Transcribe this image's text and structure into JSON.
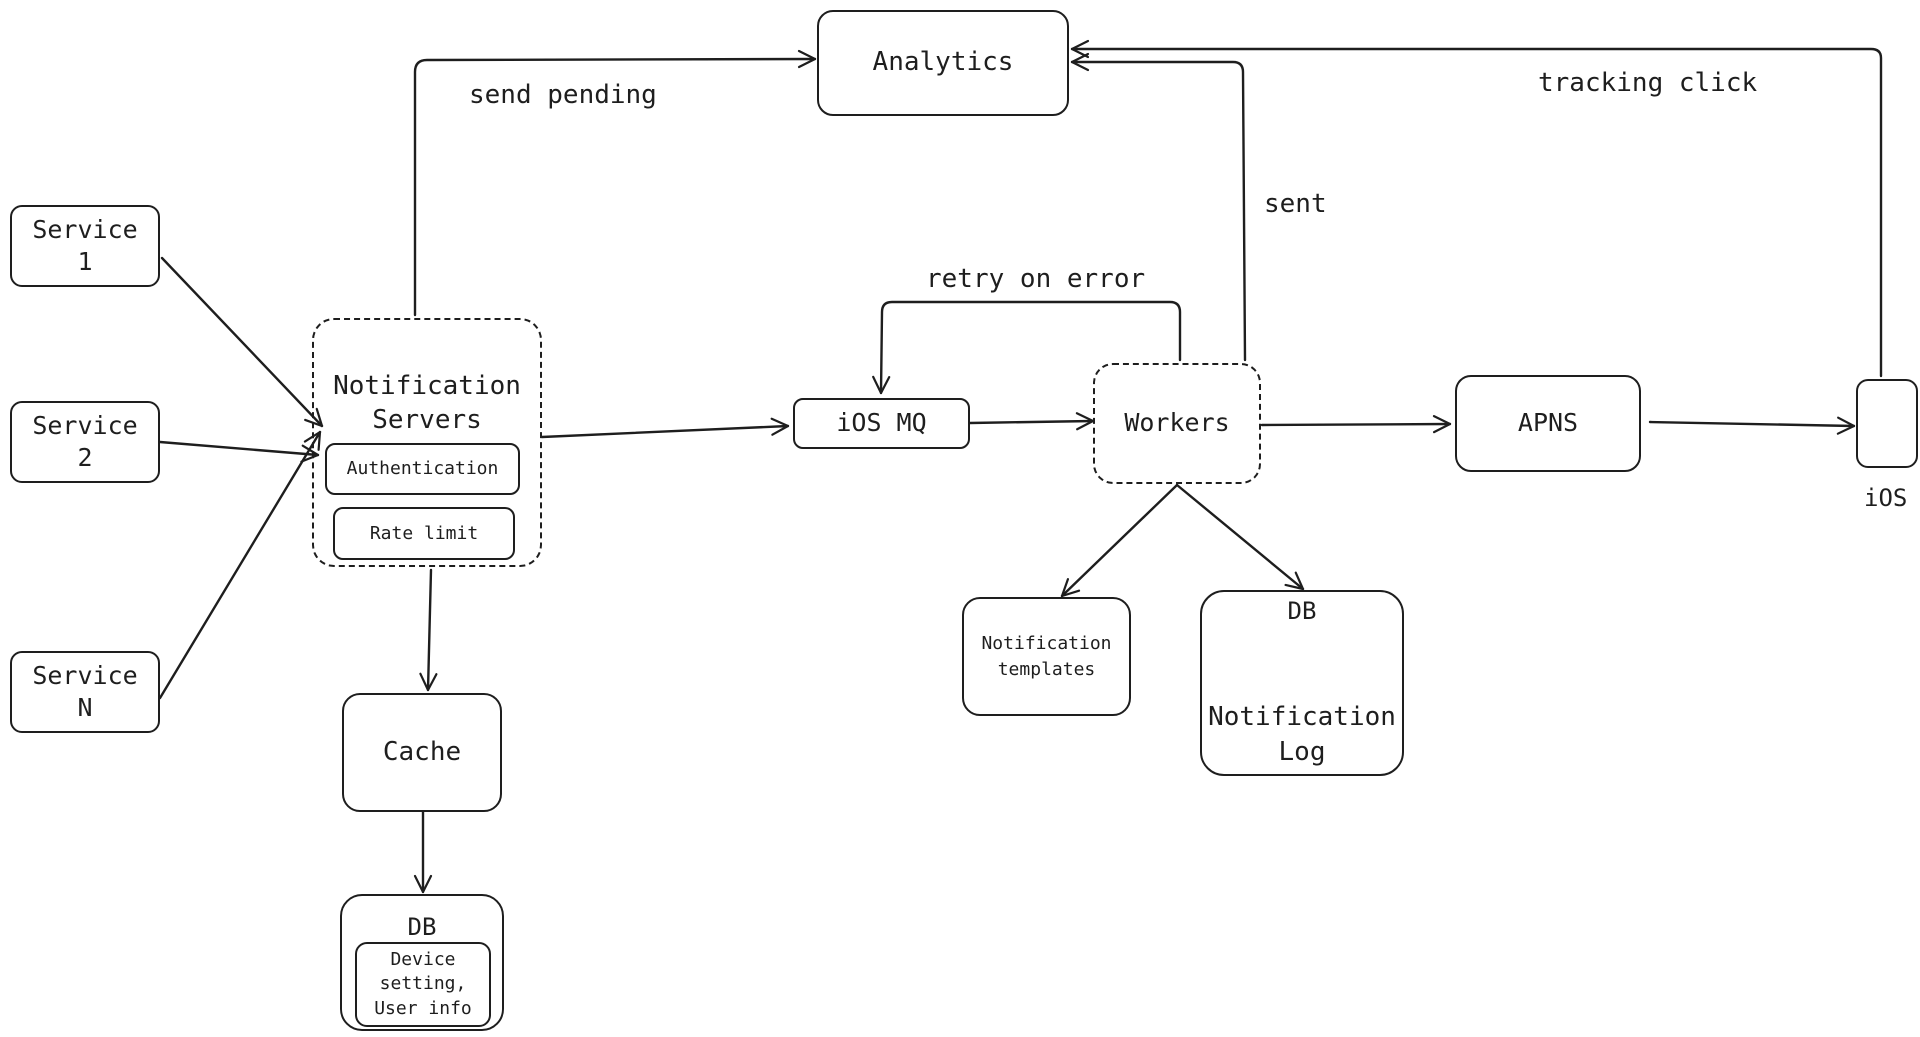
{
  "nodes": {
    "analytics": "Analytics",
    "service_1": "Service\n1",
    "service_2": "Service\n2",
    "service_n": "Service\nN",
    "notification_servers": "Notification\nServers",
    "authentication": "Authentication",
    "rate_limit": "Rate limit",
    "ios_mq": "iOS MQ",
    "workers": "Workers",
    "apns": "APNS",
    "ios_device_label": "iOS",
    "cache": "Cache",
    "db_cache_title": "DB",
    "device_setting": "Device\nsetting,\nUser info",
    "notification_templates": "Notification\ntemplates",
    "db_log_title": "DB",
    "notification_log": "Notification\nLog"
  },
  "edge_labels": {
    "send_pending": "send pending",
    "tracking_click": "tracking click",
    "sent": "sent",
    "retry_on_error": "retry on error"
  }
}
